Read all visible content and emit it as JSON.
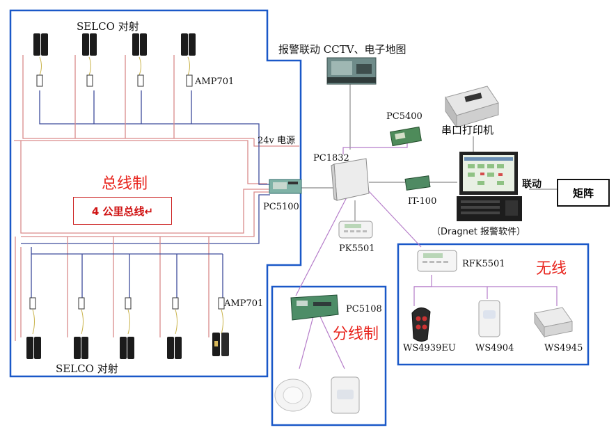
{
  "labels": {
    "selco_top": "SELCO 对射",
    "selco_bottom": "SELCO 对射",
    "amp_top": "AMP701",
    "amp_bottom": "AMP701",
    "alarm_link": "报警联动 CCTV、电子地图",
    "pc5400": "PC5400",
    "serial_printer": "串口打印机",
    "power_24v": "24v 电源",
    "pc1832": "PC1832",
    "bus_system": "总线制",
    "four_km_bus": "4 公里总线↵",
    "pc5100": "PC5100",
    "it100": "IT-100",
    "link": "联动",
    "matrix": "矩阵",
    "dragnet": "（Dragnet 报警软件）",
    "pk5501": "PK5501",
    "rfk5501": "RFK5501",
    "wireless": "无线",
    "pc5108": "PC5108",
    "branch_system": "分线制",
    "ws4939eu": "WS4939EU",
    "ws4904": "WS4904",
    "ws4945": "WS4945"
  },
  "colors": {
    "frame_blue": "#1a58c8",
    "bus_red": "#d98a8a",
    "bus_blue": "#3d4c9c",
    "link_gray": "#8a8a8a",
    "link_purple": "#b57cc9",
    "title_red": "#e8251e"
  }
}
